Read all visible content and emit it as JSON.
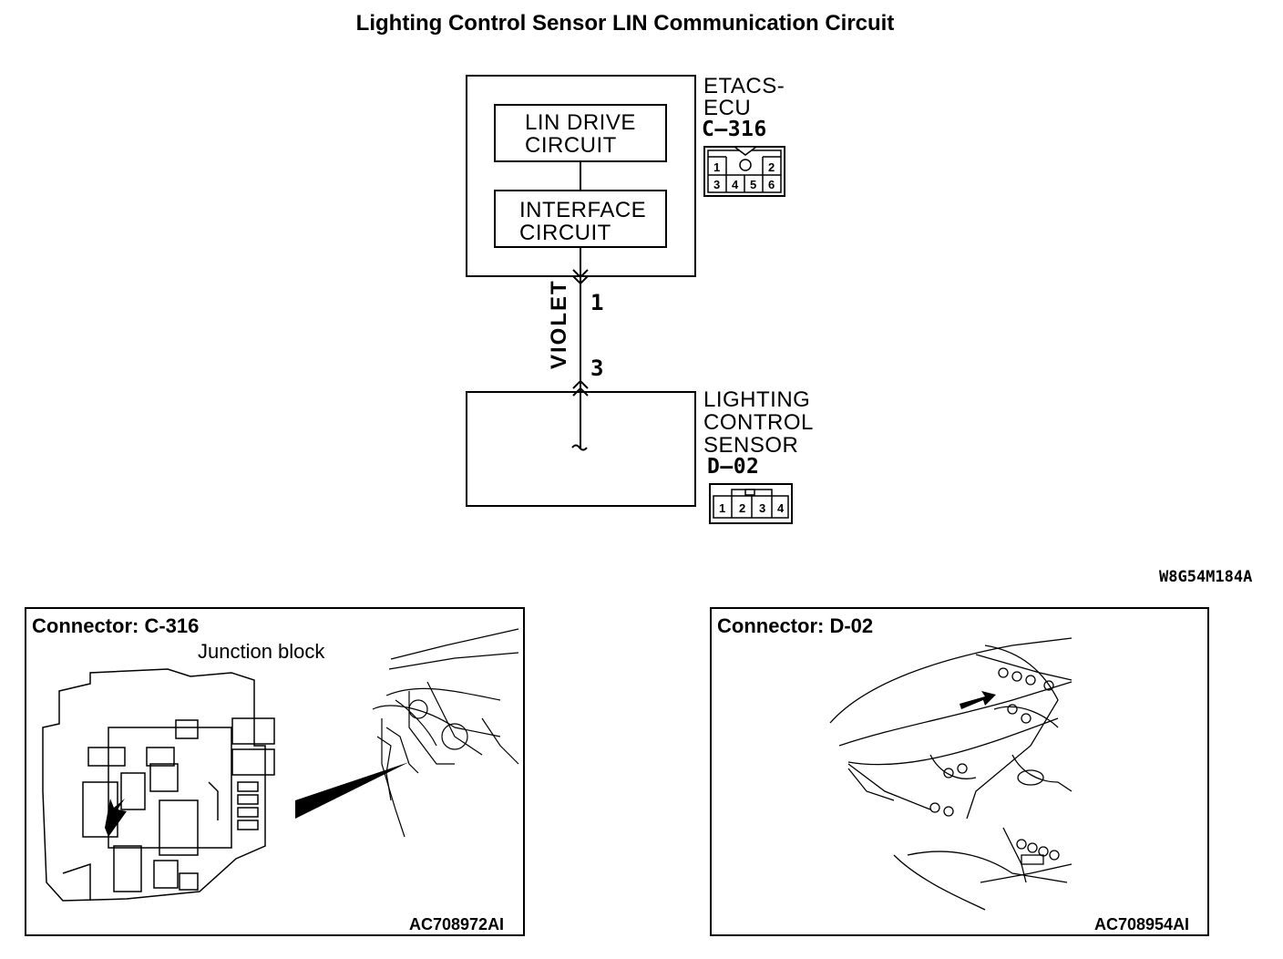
{
  "title": "Lighting Control Sensor LIN Communication Circuit",
  "ecu": {
    "name_line1": "ETACS-",
    "name_line2": "ECU",
    "connector": "C–316",
    "pins_top": [
      "1",
      "2"
    ],
    "pins_bottom": [
      "3",
      "4",
      "5",
      "6"
    ],
    "blocks": [
      {
        "line1": "LIN DRIVE",
        "line2": "CIRCUIT"
      },
      {
        "line1": "INTERFACE",
        "line2": "CIRCUIT"
      }
    ]
  },
  "wire": {
    "color": "VIOLET",
    "pin_top": "1",
    "pin_bottom": "3"
  },
  "sensor": {
    "name_line1": "LIGHTING",
    "name_line2": "CONTROL",
    "name_line3": "SENSOR",
    "connector": "D–02",
    "pins": [
      "1",
      "2",
      "3",
      "4"
    ]
  },
  "figure_code": "W8G54M184A",
  "panels": [
    {
      "title": "Connector: C-316",
      "caption": "Junction block",
      "code": "AC708972AI"
    },
    {
      "title": "Connector: D-02",
      "code": "AC708954AI"
    }
  ]
}
